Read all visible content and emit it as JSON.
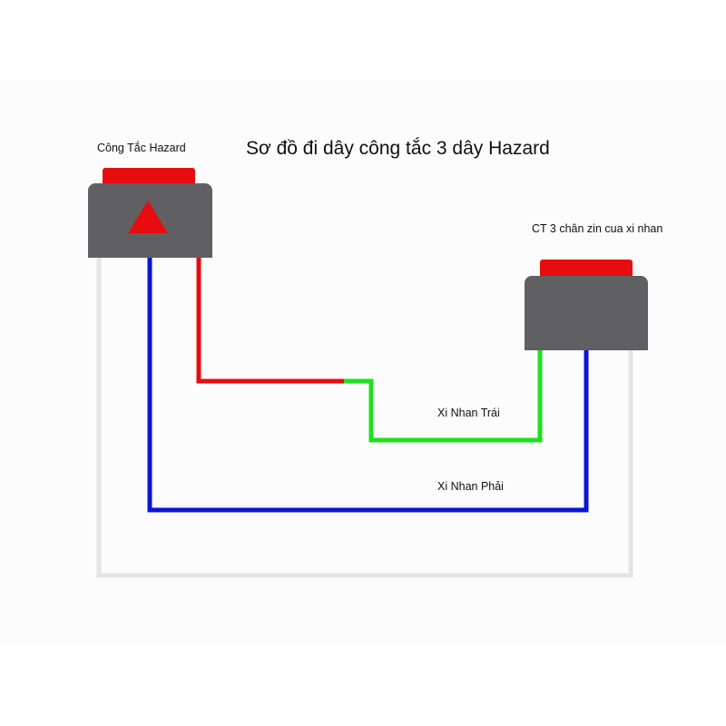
{
  "diagram": {
    "title": "Sơ đồ đi dây công tắc 3 dây Hazard",
    "components": [
      {
        "id": "hazard_switch",
        "label": "Công Tắc Hazard",
        "symbol": "warning-triangle-icon",
        "cap_color": "#e60c10",
        "body_color": "#605f62"
      },
      {
        "id": "turn_signal_switch",
        "label": "CT 3 chân zin cua xi nhan",
        "cap_color": "#e60c10",
        "body_color": "#605f62"
      }
    ],
    "wires": [
      {
        "id": "red_wire",
        "color": "#e60c10",
        "from": "hazard_switch",
        "to": "green_wire"
      },
      {
        "id": "green_wire",
        "color": "#1ee01e",
        "label": "Xi Nhan Trái",
        "to": "turn_signal_switch"
      },
      {
        "id": "blue_wire",
        "color": "#0a14d6",
        "label": "Xi Nhan Phải",
        "from": "hazard_switch",
        "to": "turn_signal_switch"
      },
      {
        "id": "white_wire",
        "color": "#e4e4e6",
        "from": "hazard_switch",
        "to": "turn_signal_switch"
      }
    ],
    "background_band": "#fcfcfc"
  }
}
